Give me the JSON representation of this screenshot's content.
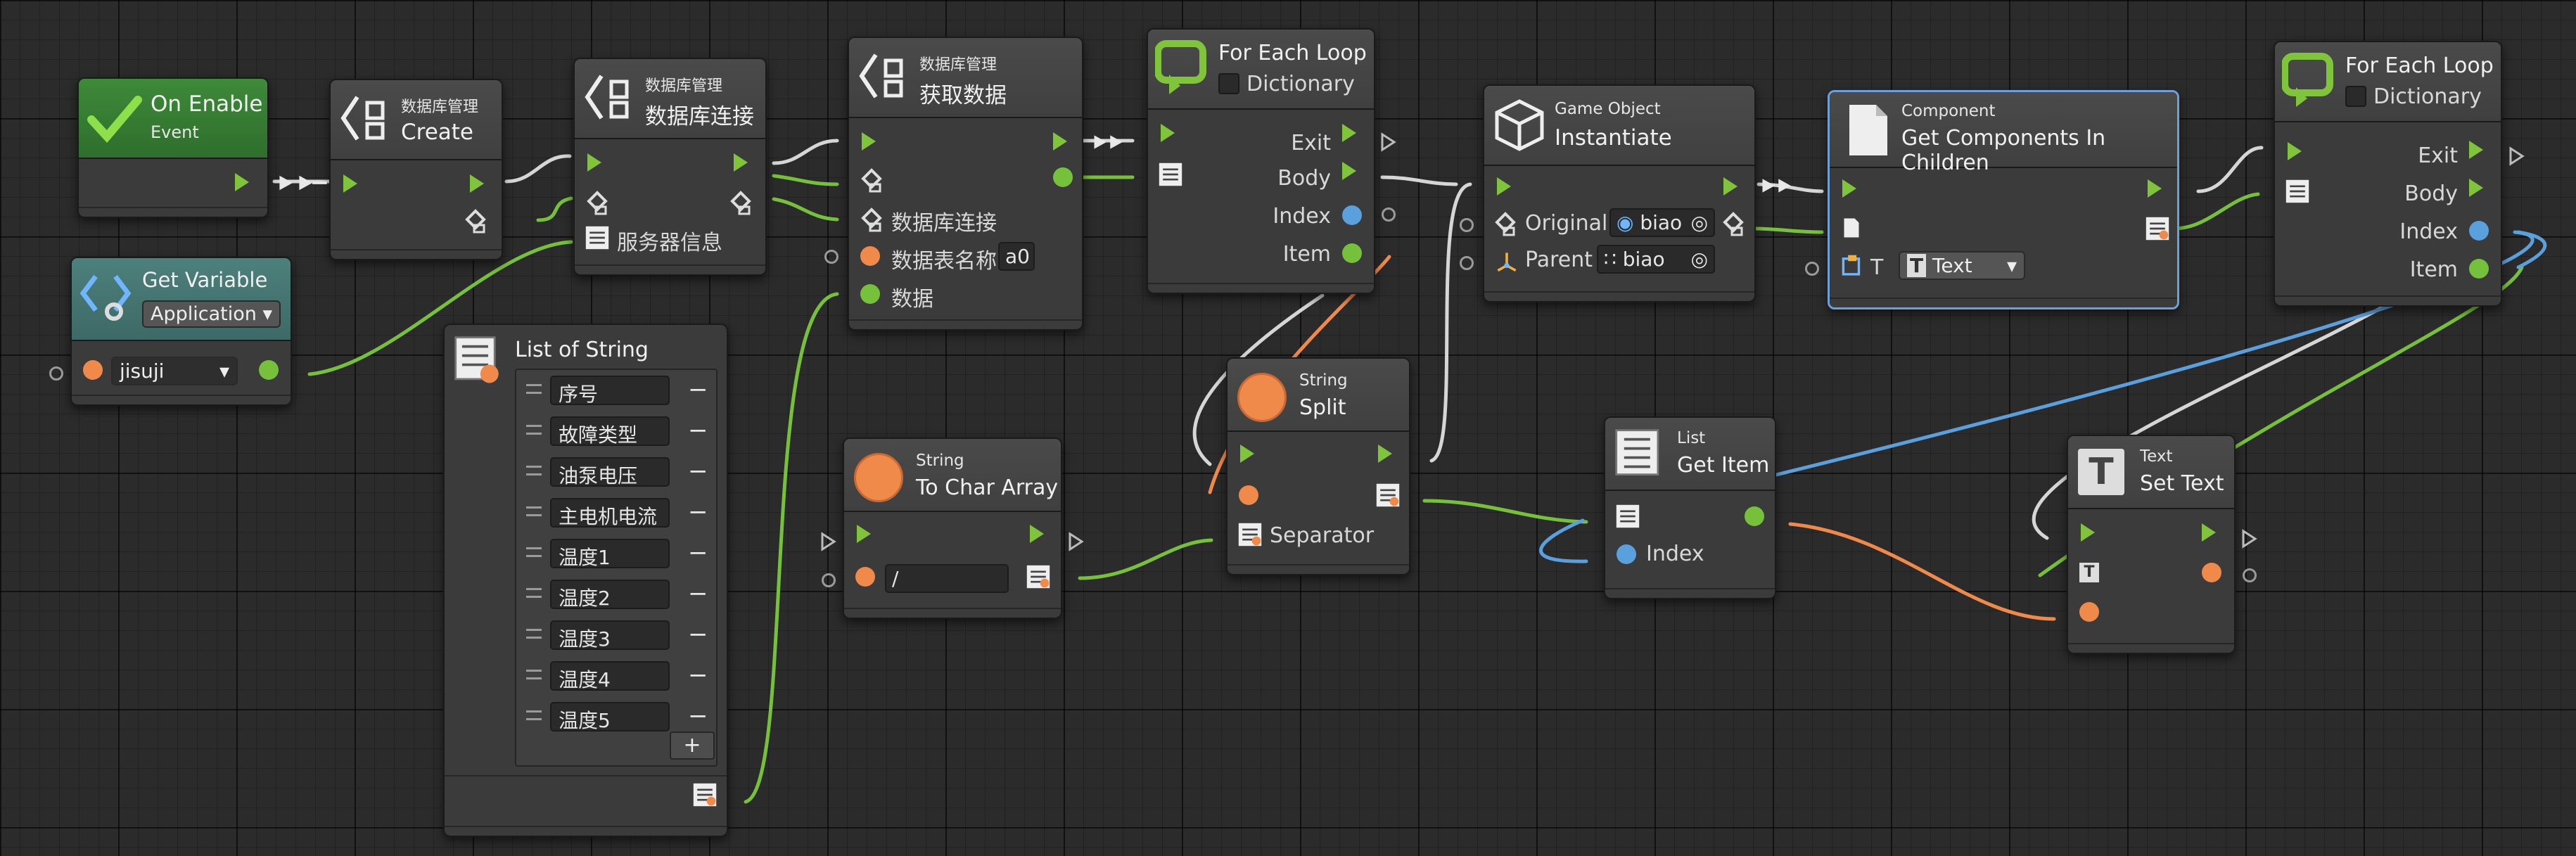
{
  "colors": {
    "canvas": "#2b2b2b",
    "node_body": "#3b3b3b",
    "header_default": "#444444",
    "header_event": "#3e8a3a",
    "header_variable": "#4d807c",
    "control_flow": "#7fc43b",
    "string_port": "#f08a4b",
    "int_port": "#5aa0dc",
    "object_port": "#76c13b",
    "selected_outline": "#6d9fd8"
  },
  "nodes": {
    "on_enable": {
      "title": "On Enable",
      "subtitle": "Event",
      "icon": "check-icon"
    },
    "get_variable": {
      "title": "Get Variable",
      "kind": "Application",
      "value": "jisuji",
      "icon": "variable-icon"
    },
    "db_create": {
      "subtitle": "数据库管理",
      "title": "Create",
      "icon": "database-manager-icon"
    },
    "db_connect": {
      "subtitle": "数据库管理",
      "title": "数据库连接",
      "server_info": "服务器信息",
      "icon": "database-manager-icon"
    },
    "db_fetch": {
      "subtitle": "数据库管理",
      "title": "获取数据",
      "port_connection": "数据库连接",
      "port_table_name": "数据表名称",
      "table_name_value": "a0",
      "port_data": "数据",
      "icon": "database-manager-icon"
    },
    "foreach1": {
      "title": "For Each Loop",
      "option_label": "Dictionary",
      "exit": "Exit",
      "body": "Body",
      "index": "Index",
      "item": "Item",
      "icon": "loop-icon"
    },
    "instantiate": {
      "subtitle": "Game Object",
      "title": "Instantiate",
      "original_label": "Original",
      "original_value": "biao",
      "parent_label": "Parent",
      "parent_value": "biao",
      "icon": "cube-icon"
    },
    "get_components": {
      "subtitle": "Component",
      "title": "Get Components In Children",
      "type_label": "T",
      "type_value": "Text",
      "icon": "document-icon"
    },
    "foreach2": {
      "title": "For Each Loop",
      "option_label": "Dictionary",
      "exit": "Exit",
      "body": "Body",
      "index": "Index",
      "item": "Item",
      "icon": "loop-icon"
    },
    "list_of_string": {
      "title": "List of String",
      "items": [
        "序号",
        "故障类型",
        "油泵电压",
        "主电机电流",
        "温度1",
        "温度2",
        "温度3",
        "温度4",
        "温度5"
      ],
      "add_label": "+",
      "remove_label": "−",
      "icon": "list-icon"
    },
    "to_char_array": {
      "subtitle": "String",
      "title": "To Char Array",
      "input_value": "/",
      "icon": "string-icon"
    },
    "string_split": {
      "subtitle": "String",
      "title": "Split",
      "separator_label": "Separator",
      "icon": "string-icon"
    },
    "list_get_item": {
      "subtitle": "List",
      "title": "Get Item",
      "index_label": "Index",
      "icon": "list-icon"
    },
    "set_text": {
      "subtitle": "Text",
      "title": "Set Text",
      "icon": "text-icon"
    }
  }
}
